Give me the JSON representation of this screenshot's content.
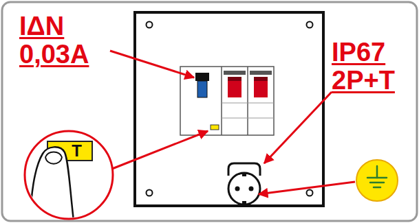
{
  "diagram": {
    "nodes": [
      {
        "text": [
          "T"
        ]
      }
    ],
    "labels": [
      "IΔN 0,03A",
      "IP67 2P+T"
    ]
  }
}
